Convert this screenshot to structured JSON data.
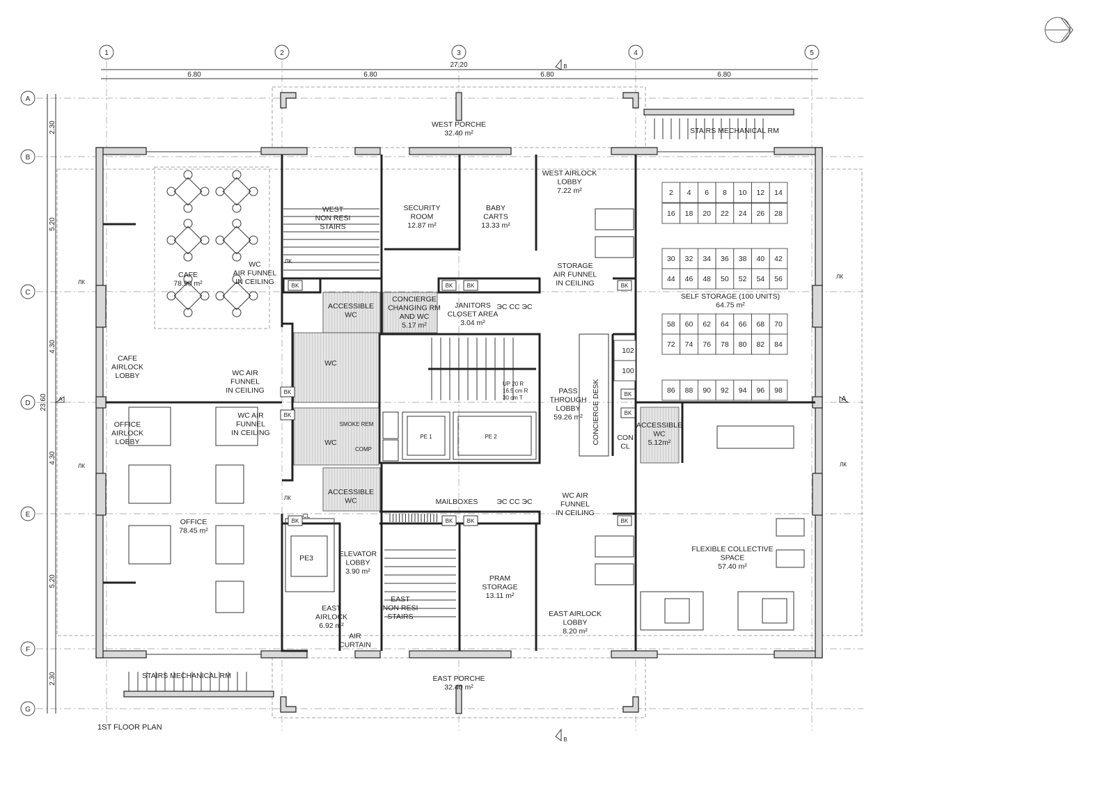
{
  "title": "1ST FLOOR PLAN",
  "grid_columns": [
    "1",
    "2",
    "3",
    "4",
    "5"
  ],
  "grid_rows": [
    "A",
    "B",
    "C",
    "D",
    "E",
    "F",
    "G"
  ],
  "dimensions": {
    "overall_width": "27.20",
    "column_spacings": [
      "6.80",
      "6.80",
      "6.80",
      "6.80"
    ],
    "overall_depth": "23.60",
    "row_spacings": [
      "2.30",
      "5.20",
      "4.30",
      "4.30",
      "5.20",
      "2.30"
    ]
  },
  "section_markers": {
    "a": "A",
    "b": "B"
  },
  "rooms": [
    {
      "id": "west-porche",
      "lines": [
        "WEST PORCHE",
        "32.40 m²"
      ]
    },
    {
      "id": "stairs-mech-north",
      "lines": [
        "STAIRS MECHANICAL RM"
      ]
    },
    {
      "id": "cafe",
      "lines": [
        "CAFE",
        "78.90 m²"
      ]
    },
    {
      "id": "wc-air-funnel-1",
      "lines": [
        "WC",
        "AIR FUNNEL",
        "IN CEILING"
      ]
    },
    {
      "id": "west-non-resi-stairs",
      "lines": [
        "WEST",
        "NON RESI",
        "STAIRS"
      ]
    },
    {
      "id": "security-room",
      "lines": [
        "SECURITY",
        "ROOM",
        "12.87 m²"
      ]
    },
    {
      "id": "baby-carts",
      "lines": [
        "BABY",
        "CARTS",
        "13.33 m²"
      ]
    },
    {
      "id": "west-airlock-lobby",
      "lines": [
        "WEST AIRLOCK",
        "LOBBY",
        "7.22 m²"
      ]
    },
    {
      "id": "storage-air-funnel",
      "lines": [
        "STORAGE",
        "AIR FUNNEL",
        "IN CEILING"
      ]
    },
    {
      "id": "self-storage",
      "lines": [
        "SELF STORAGE (100 UNITS)",
        "64.75 m²"
      ]
    },
    {
      "id": "accessible-wc-1",
      "lines": [
        "ACCESSIBLE",
        "WC"
      ]
    },
    {
      "id": "concierge-changing",
      "lines": [
        "CONCIERGE",
        "CHANGING RM",
        "AND WC",
        "5.17 m²"
      ]
    },
    {
      "id": "janitors-closet",
      "lines": [
        "JANITORS",
        "CLOSET AREA",
        "3.04 m²"
      ]
    },
    {
      "id": "cafe-airlock-lobby",
      "lines": [
        "CAFE",
        "AIRLOCK",
        "LOBBY"
      ]
    },
    {
      "id": "wc-air-funnel-2",
      "lines": [
        "WC AIR",
        "FUNNEL",
        "IN CEILING"
      ]
    },
    {
      "id": "wc-1",
      "lines": [
        "WC"
      ]
    },
    {
      "id": "wc-2",
      "lines": [
        "WC"
      ]
    },
    {
      "id": "pass-through-lobby",
      "lines": [
        "PASS",
        "THROUGH",
        "LOBBY",
        "59.26 m²"
      ]
    },
    {
      "id": "accessible-wc-2",
      "lines": [
        "ACCESSIBLE",
        "WC",
        "5.12m²"
      ]
    },
    {
      "id": "con-cl",
      "lines": [
        "CON",
        "CL"
      ]
    },
    {
      "id": "office-airlock-lobby",
      "lines": [
        "OFFICE",
        "AIRLOCK",
        "LOBBY"
      ]
    },
    {
      "id": "wc-air-funnel-3",
      "lines": [
        "WC AIR",
        "FUNNEL",
        "IN CEILING"
      ]
    },
    {
      "id": "accessible-wc-3",
      "lines": [
        "ACCESSIBLE",
        "WC"
      ]
    },
    {
      "id": "mailboxes",
      "lines": [
        "MAILBOXES"
      ]
    },
    {
      "id": "wc-air-funnel-4",
      "lines": [
        "WC AIR",
        "FUNNEL",
        "IN CEILING"
      ]
    },
    {
      "id": "office",
      "lines": [
        "OFFICE",
        "78.45 m²"
      ]
    },
    {
      "id": "elevator-lobby",
      "lines": [
        "ELEVATOR",
        "LOBBY",
        "3.90 m²"
      ]
    },
    {
      "id": "pram-storage",
      "lines": [
        "PRAM",
        "STORAGE",
        "13.11 m²"
      ]
    },
    {
      "id": "flexible-collective-space",
      "lines": [
        "FLEXIBLE COLLECTIVE",
        "SPACE",
        "57.40 m²"
      ]
    },
    {
      "id": "east-non-resi-stairs",
      "lines": [
        "EAST",
        "NON RESI",
        "STAIRS"
      ]
    },
    {
      "id": "east-airlock",
      "lines": [
        "EAST",
        "AIRLOCK",
        "6.92 m²"
      ]
    },
    {
      "id": "air-curtain",
      "lines": [
        "AIR",
        "CURTAIN"
      ]
    },
    {
      "id": "east-airlock-lobby",
      "lines": [
        "EAST AIRLOCK",
        "LOBBY",
        "8.20 m²"
      ]
    },
    {
      "id": "stairs-mech-south",
      "lines": [
        "STAIRS MECHANICAL RM"
      ]
    },
    {
      "id": "east-porche",
      "lines": [
        "EAST PORCHE",
        "32.40 m²"
      ]
    }
  ],
  "annotations": {
    "stair_note": [
      "UP 20 R",
      "16.5 cm R",
      "30 cm T"
    ],
    "concierge_desk": "CONCIERGE DESK",
    "smoke_rem": "SMOKE REM",
    "comp": "COMP",
    "pe1": "PE 1",
    "pe2": "PE 2",
    "pe3": "PE3",
    "lk": "ЛК",
    "bk": "BK",
    "cl": "CL",
    "es_cc_es": "ЭС СС ЭС"
  },
  "storage_units": [
    [
      "2",
      "4",
      "6",
      "8",
      "10",
      "12",
      "14"
    ],
    [
      "16",
      "18",
      "20",
      "22",
      "24",
      "26",
      "28"
    ],
    [
      "30",
      "32",
      "34",
      "36",
      "38",
      "40",
      "42"
    ],
    [
      "44",
      "46",
      "48",
      "50",
      "52",
      "54",
      "56"
    ],
    [
      "58",
      "60",
      "62",
      "64",
      "66",
      "68",
      "70"
    ],
    [
      "72",
      "74",
      "76",
      "78",
      "80",
      "82",
      "84"
    ],
    [
      "86",
      "88",
      "90",
      "92",
      "94",
      "96",
      "98"
    ]
  ],
  "storage_units_extra": [
    "102",
    "100"
  ]
}
